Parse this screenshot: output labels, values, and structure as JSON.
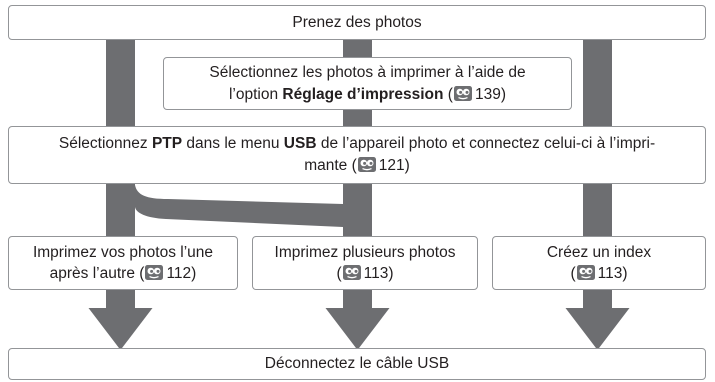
{
  "colors": {
    "arrow": "#6d6e71",
    "box_border": "#939598",
    "box_fill": "#ffffff",
    "text": "#231f20",
    "icon": "#6d6e71"
  },
  "flow": {
    "take_photos": "Prenez des photos",
    "print_set": {
      "line1": "Sélectionnez les photos à imprimer à l’aide de",
      "line2_prefix": "l’option",
      "line2_bold": "Réglage d’impression",
      "ref": {
        "open": "(",
        "icon": "reference-icon",
        "page": "139",
        "close": ")"
      }
    },
    "connect": {
      "line1_part1": "Sélectionnez",
      "line1_bold1": "PTP",
      "line1_part2": "dans le menu",
      "line1_bold2": "USB",
      "line1_part3": "de l’appareil photo et connectez celui-ci à l’impri-",
      "line2": "mante",
      "ref": {
        "open": "(",
        "icon": "reference-icon",
        "page": "121",
        "close": ")"
      }
    },
    "print_one": {
      "line1": "Imprimez vos photos l’une",
      "line2": "après l’autre",
      "ref": {
        "open": "(",
        "icon": "reference-icon",
        "page": "112",
        "close": ")"
      }
    },
    "print_multiple": {
      "line1": "Imprimez plusieurs photos",
      "ref": {
        "open": "(",
        "icon": "reference-icon",
        "page": "113",
        "close": ")"
      }
    },
    "create_index": {
      "line1": "Créez un index",
      "ref": {
        "open": "(",
        "icon": "reference-icon",
        "page": "113",
        "close": ")"
      }
    },
    "disconnect": "Déconnectez le câble USB"
  }
}
